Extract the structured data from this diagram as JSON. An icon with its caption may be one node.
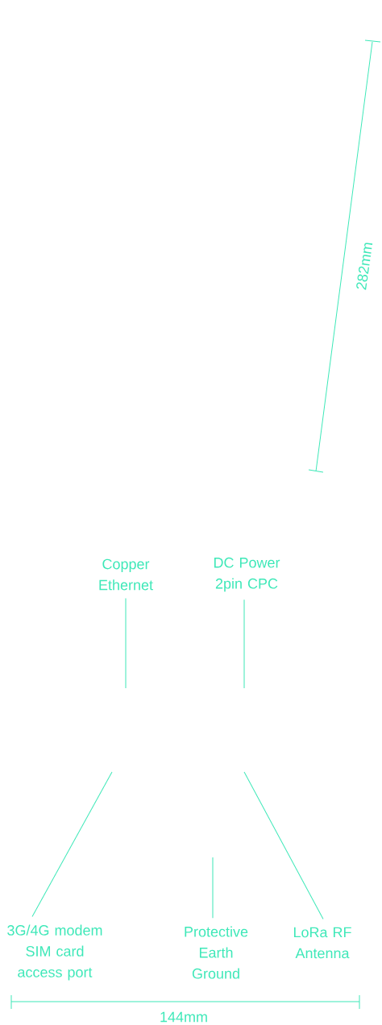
{
  "diagram": {
    "nodes": [
      {
        "text": [
          "Copper Ethernet"
        ]
      },
      {
        "text": [
          "DC Power 2pin CPC"
        ]
      },
      {
        "text": [
          "3G/4G modem SIM card access port"
        ]
      },
      {
        "text": [
          "Protective Earth Ground"
        ]
      },
      {
        "text": [
          "LoRa RF Antenna"
        ]
      }
    ],
    "edges": [
      {
        "from": 0,
        "to": null,
        "arrow": "none"
      },
      {
        "from": 1,
        "to": null,
        "arrow": "none"
      },
      {
        "from": 2,
        "to": null,
        "arrow": "none"
      },
      {
        "from": 3,
        "to": null,
        "arrow": "none"
      },
      {
        "from": 4,
        "to": null,
        "arrow": "none"
      }
    ],
    "labels": [
      "282mm",
      "144mm"
    ]
  }
}
